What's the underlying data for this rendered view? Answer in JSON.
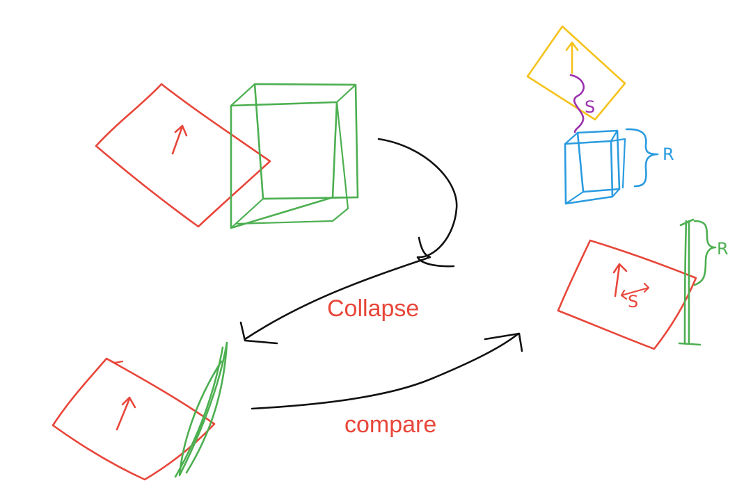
{
  "labels": {
    "collapse": "Collapse",
    "compare": "compare",
    "s_top": "S",
    "r_blue": "R",
    "r_green": "R",
    "s_bottom": "S"
  },
  "colors": {
    "red": "#e8463a",
    "green": "#4caf50",
    "black": "#111111",
    "yellow": "#f5c21b",
    "purple": "#9b2fae",
    "blue": "#2a9be0",
    "background": "#ffffff"
  }
}
